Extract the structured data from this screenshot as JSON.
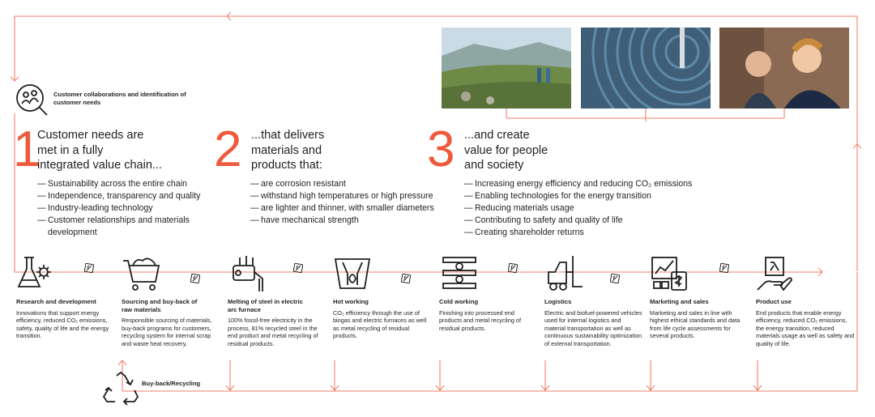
{
  "customer": {
    "label": "Customer collaborations and identification of customer needs",
    "icon": "customer-icon"
  },
  "columns": [
    {
      "number": "1",
      "title": [
        "Customer needs are",
        "met in a fully",
        "integrated value chain..."
      ],
      "bullets": [
        "Sustainability across the entire chain",
        "Independence, transparency and quality",
        "Industry-leading technology",
        "Customer relationships and materials development"
      ]
    },
    {
      "number": "2",
      "title": [
        "...that delivers",
        "materials and",
        "products that:"
      ],
      "bullets": [
        "are corrosion resistant",
        "withstand high temperatures or high pressure",
        "are lighter and thinner, with smaller diameters",
        "have mechanical strength"
      ]
    },
    {
      "number": "3",
      "title": [
        "...and create",
        "value for people",
        "and society"
      ],
      "bullets": [
        "Increasing energy efficiency and reducing CO₂ emissions",
        "Enabling technologies for the energy transition",
        "Reducing materials usage",
        "Contributing to safety and quality of life",
        "Creating shareholder returns"
      ]
    }
  ],
  "steps": [
    {
      "icon": "flask-gear-icon",
      "title": "Research and development",
      "desc": "Innovations that support energy efficiency, reduced CO₂ emissions, safety, quality of life and the energy transition."
    },
    {
      "icon": "cart-icon",
      "title": "Sourcing and buy-back of raw materials",
      "desc": "Responsible sourcing of materials, buy-back programs for customers, recycling system for internal scrap and waste heat recovery."
    },
    {
      "icon": "furnace-icon",
      "title": "Melting of steel in electric arc furnace",
      "desc": "100% fossil-free electricity in the process, 81% recycled steel in the end product and metal recycling of residual products."
    },
    {
      "icon": "hot-working-icon",
      "title": "Hot working",
      "desc": "CO₂ efficiency through the use of biogas and electric furnaces as well as metal recycling of residual products."
    },
    {
      "icon": "cold-working-icon",
      "title": "Cold working",
      "desc": "Finishing into processed end products and metal recycling of residual products."
    },
    {
      "icon": "forklift-icon",
      "title": "Logistics",
      "desc": "Electric and biofuel-powered vehicles used for internal logistics and material transportation as well as continuous sustainability optimization of external transportation."
    },
    {
      "icon": "marketing-icon",
      "title": "Marketing and sales",
      "desc": "Marketing and sales in line with highest ethical standards and data from life cycle assessments for several products."
    },
    {
      "icon": "product-hand-icon",
      "title": "Product use",
      "desc": "End products that enable energy efficiency, reduced CO₂ emissions, the energy transition, reduced materials usage as well as safety and quality of life."
    }
  ],
  "buyback": {
    "label": "Buy-back/Recycling",
    "icon": "recycle-icon"
  },
  "photos": [
    "hikers-mountain-photo",
    "solar-mirror-field-photo",
    "people-talking-photo"
  ],
  "colors": {
    "accent": "#ef5a3c",
    "text": "#1f1f1f",
    "line": "#f0826a"
  }
}
